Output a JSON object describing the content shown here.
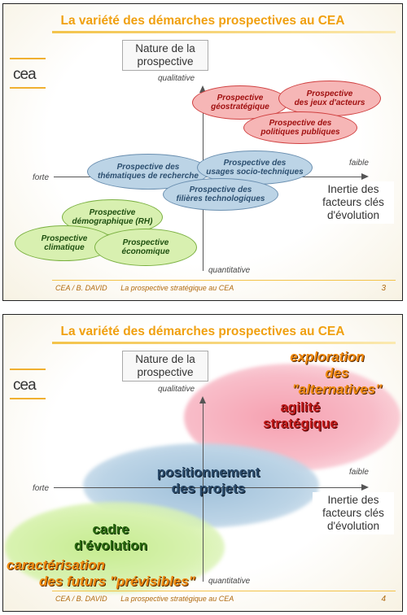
{
  "slide1": {
    "title": "La variété des démarches prospectives au CEA",
    "logo": "cea",
    "nature_box": [
      "Nature de la",
      "prospective"
    ],
    "inertie_box": [
      "Inertie des",
      "facteurs clés",
      "d'évolution"
    ],
    "axis": {
      "top": "qualitative",
      "bottom": "quantitative",
      "left": "forte",
      "right": "faible"
    },
    "ellipses": {
      "geostrategique": [
        "Prospective",
        "géostratégique"
      ],
      "jeux_acteurs": [
        "Prospective",
        "des jeux d'acteurs"
      ],
      "politiques": [
        "Prospective des",
        "politiques publiques"
      ],
      "thematiques": [
        "Prospective des",
        "thématiques de recherche"
      ],
      "usages": [
        "Prospective des",
        "usages socio-techniques"
      ],
      "filieres": [
        "Prospective des",
        "filières technologiques"
      ],
      "demographique": [
        "Prospective",
        "démographique (RH)"
      ],
      "climatique": [
        "Prospective",
        "climatique"
      ],
      "economique": [
        "Prospective",
        "économique"
      ]
    },
    "footer": {
      "author": "CEA / B. DAVID",
      "subtitle": "La prospective stratégique au CEA",
      "page": "3"
    }
  },
  "slide2": {
    "title": "La variété des démarches prospectives au CEA",
    "logo": "cea",
    "nature_box": [
      "Nature de la",
      "prospective"
    ],
    "inertie_box": [
      "Inertie des",
      "facteurs clés",
      "d'évolution"
    ],
    "axis": {
      "top": "qualitative",
      "bottom": "quantitative",
      "left": "forte",
      "right": "faible"
    },
    "exploration": [
      "exploration",
      "des \"alternatives\""
    ],
    "agilite": [
      "agilité",
      "stratégique"
    ],
    "positionnement": [
      "positionnement",
      "des projets"
    ],
    "cadre": [
      "cadre",
      "d'évolution"
    ],
    "caracterisation": [
      "caractérisation",
      "des futurs \"prévisibles\""
    ],
    "footer": {
      "author": "CEA / B. DAVID",
      "subtitle": "La prospective stratégique au CEA",
      "page": "4"
    }
  }
}
